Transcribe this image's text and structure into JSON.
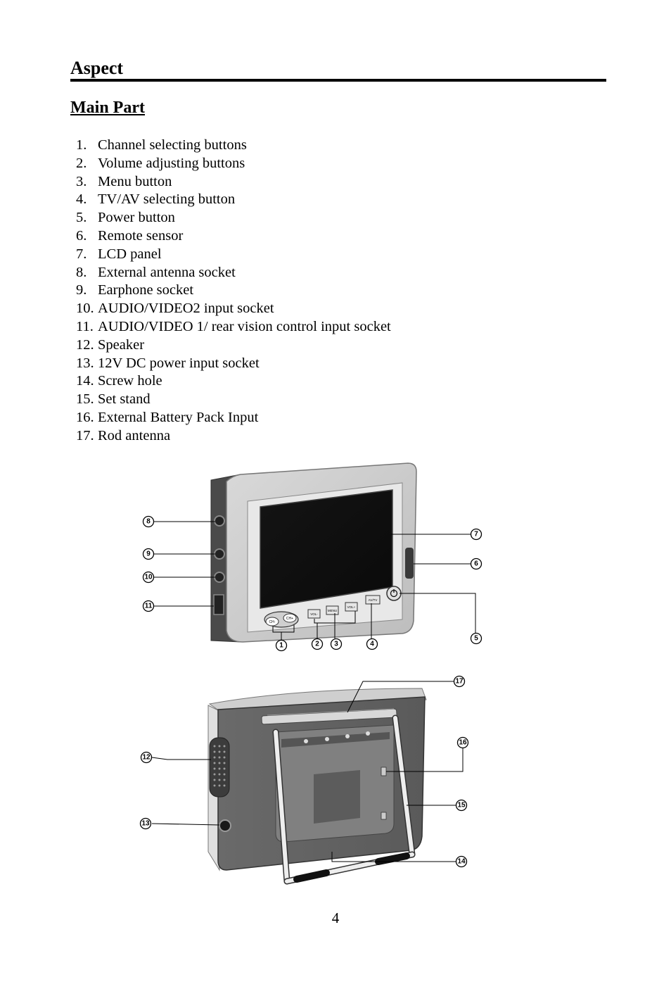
{
  "section_title": "Aspect",
  "subsection_title": "Main Part",
  "parts": [
    {
      "num": "1.",
      "label": "Channel selecting buttons"
    },
    {
      "num": "2.",
      "label": "Volume adjusting buttons"
    },
    {
      "num": "3.",
      "label": "Menu button"
    },
    {
      "num": "4.",
      "label": "TV/AV selecting button"
    },
    {
      "num": "5.",
      "label": "Power button"
    },
    {
      "num": "6.",
      "label": "Remote sensor"
    },
    {
      "num": "7.",
      "label": "LCD panel"
    },
    {
      "num": "8.",
      "label": "External antenna socket"
    },
    {
      "num": "9.",
      "label": "Earphone socket"
    },
    {
      "num": "10.",
      "label": "AUDIO/VIDEO2 input socket"
    },
    {
      "num": "11.",
      "label": "AUDIO/VIDEO 1/ rear vision control input socket"
    },
    {
      "num": "12.",
      "label": "Speaker"
    },
    {
      "num": "13.",
      "label": "12V DC power input socket"
    },
    {
      "num": "14.",
      "label": "Screw hole"
    },
    {
      "num": "15.",
      "label": "Set stand"
    },
    {
      "num": "16.",
      "label": "External Battery Pack Input"
    },
    {
      "num": "17.",
      "label": "Rod antenna"
    }
  ],
  "front_view": {
    "callouts": [
      "1",
      "2",
      "3",
      "4",
      "5",
      "6",
      "7",
      "8",
      "9",
      "10",
      "11"
    ],
    "button_labels": [
      "CH-",
      "CH+",
      "VOL-",
      "MENU",
      "VOL+",
      "AV/TV"
    ]
  },
  "rear_view": {
    "callouts": [
      "12",
      "13",
      "14",
      "15",
      "16",
      "17"
    ]
  },
  "page_number": "4"
}
